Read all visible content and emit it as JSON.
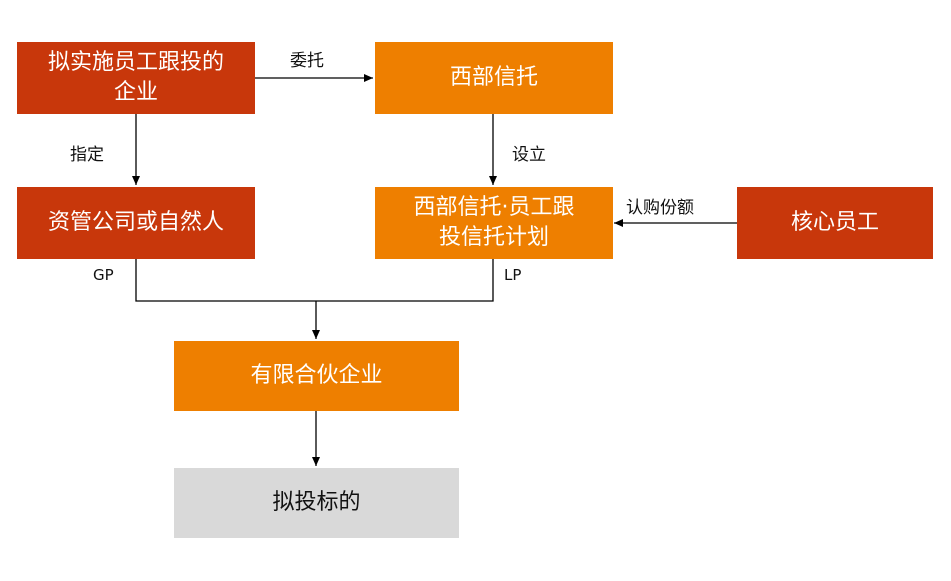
{
  "boxes": {
    "enterprise": "拟实施员工跟投的\n企业",
    "trust": "西部信托",
    "asset_mgr": "资管公司或自然人",
    "trust_plan": "西部信托·员工跟\n投信托计划",
    "core_staff": "核心员工",
    "partnership": "有限合伙企业",
    "target": "拟投标的"
  },
  "edges": {
    "entrust": "委托",
    "designate": "指定",
    "establish": "设立",
    "subscribe": "认购份额",
    "gp": "GP",
    "lp": "LP"
  },
  "colors": {
    "red": "#c8370b",
    "orange": "#ee7f00",
    "gray": "#d9d9d9"
  }
}
